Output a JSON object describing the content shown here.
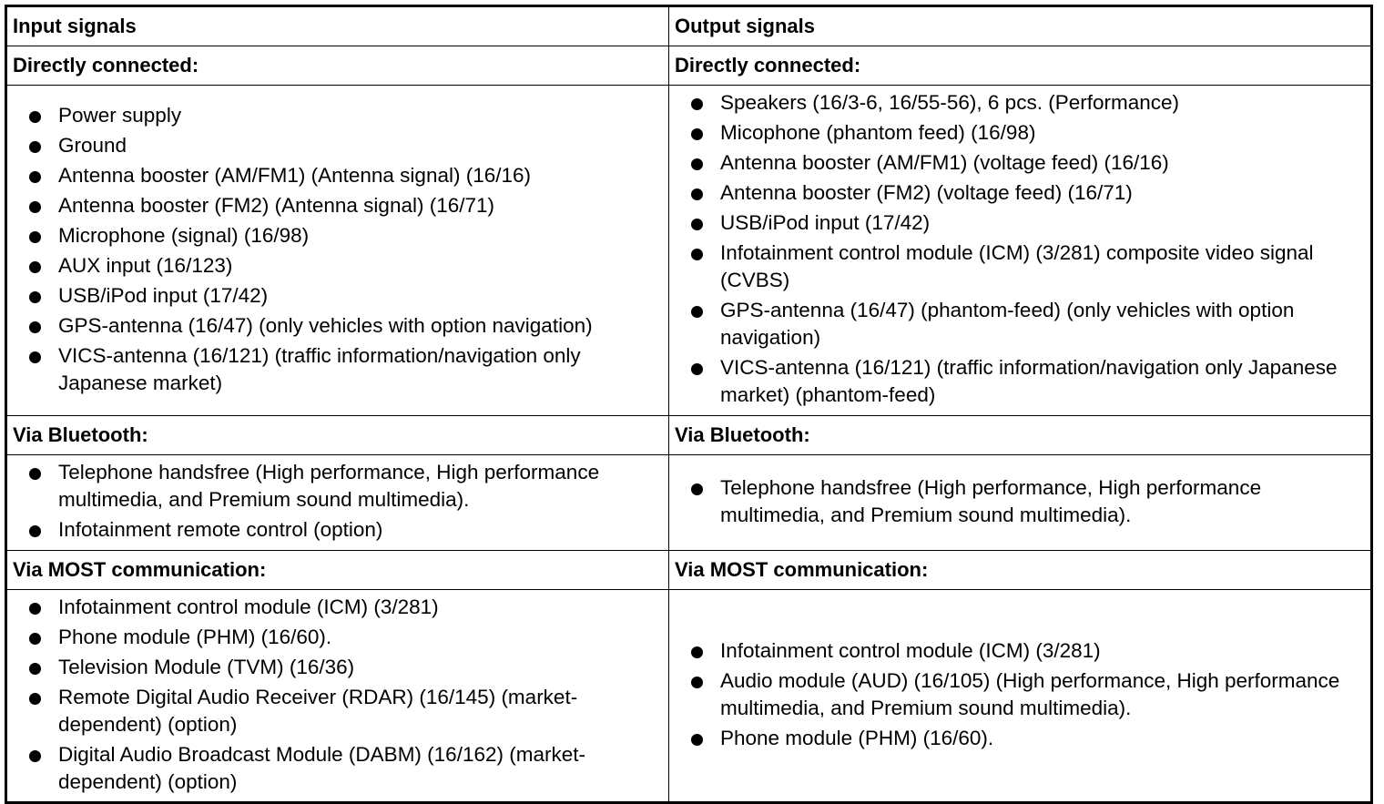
{
  "headers": {
    "input": "Input signals",
    "output": "Output signals"
  },
  "sections": {
    "direct": {
      "input_label": "Directly connected:",
      "output_label": "Directly connected:",
      "input_items": [
        "Power supply",
        "Ground",
        "Antenna booster (AM/FM1) (Antenna signal) (16/16)",
        "Antenna booster (FM2) (Antenna signal) (16/71)",
        "Microphone (signal) (16/98)",
        "AUX input (16/123)",
        "USB/iPod input (17/42)",
        "GPS-antenna (16/47) (only vehicles with option navigation)",
        "VICS-antenna (16/121) (traffic information/navigation only Japanese market)"
      ],
      "output_items": [
        "Speakers (16/3-6, 16/55-56), 6 pcs. (Performance)",
        "Micophone (phantom feed) (16/98)",
        "Antenna booster (AM/FM1) (voltage feed) (16/16)",
        "Antenna booster (FM2) (voltage feed) (16/71)",
        "USB/iPod input (17/42)",
        "Infotainment control module (ICM) (3/281) composite video signal (CVBS)",
        "GPS-antenna (16/47) (phantom-feed) (only vehicles with option navigation)",
        "VICS-antenna (16/121) (traffic information/navigation only Japanese market) (phantom-feed)"
      ]
    },
    "bluetooth": {
      "input_label": "Via Bluetooth:",
      "output_label": "Via Bluetooth:",
      "input_items": [
        "Telephone handsfree (High performance, High performance multimedia, and Premium sound multimedia).",
        "Infotainment remote control (option)"
      ],
      "output_items": [
        "Telephone handsfree (High performance, High performance multimedia, and Premium sound multimedia)."
      ]
    },
    "most": {
      "input_label": "Via MOST communication:",
      "output_label": "Via MOST communication:",
      "input_items": [
        "Infotainment control module (ICM) (3/281)",
        "Phone module (PHM) (16/60).",
        "Television Module (TVM) (16/36)",
        "Remote Digital Audio Receiver (RDAR) (16/145) (market-dependent) (option)",
        "Digital Audio Broadcast Module (DABM) (16/162) (market-dependent) (option)"
      ],
      "output_items": [
        "Infotainment control module (ICM) (3/281)",
        "Audio module (AUD) (16/105) (High performance, High performance multimedia, and Premium sound multimedia).",
        "Phone module (PHM) (16/60)."
      ]
    }
  }
}
